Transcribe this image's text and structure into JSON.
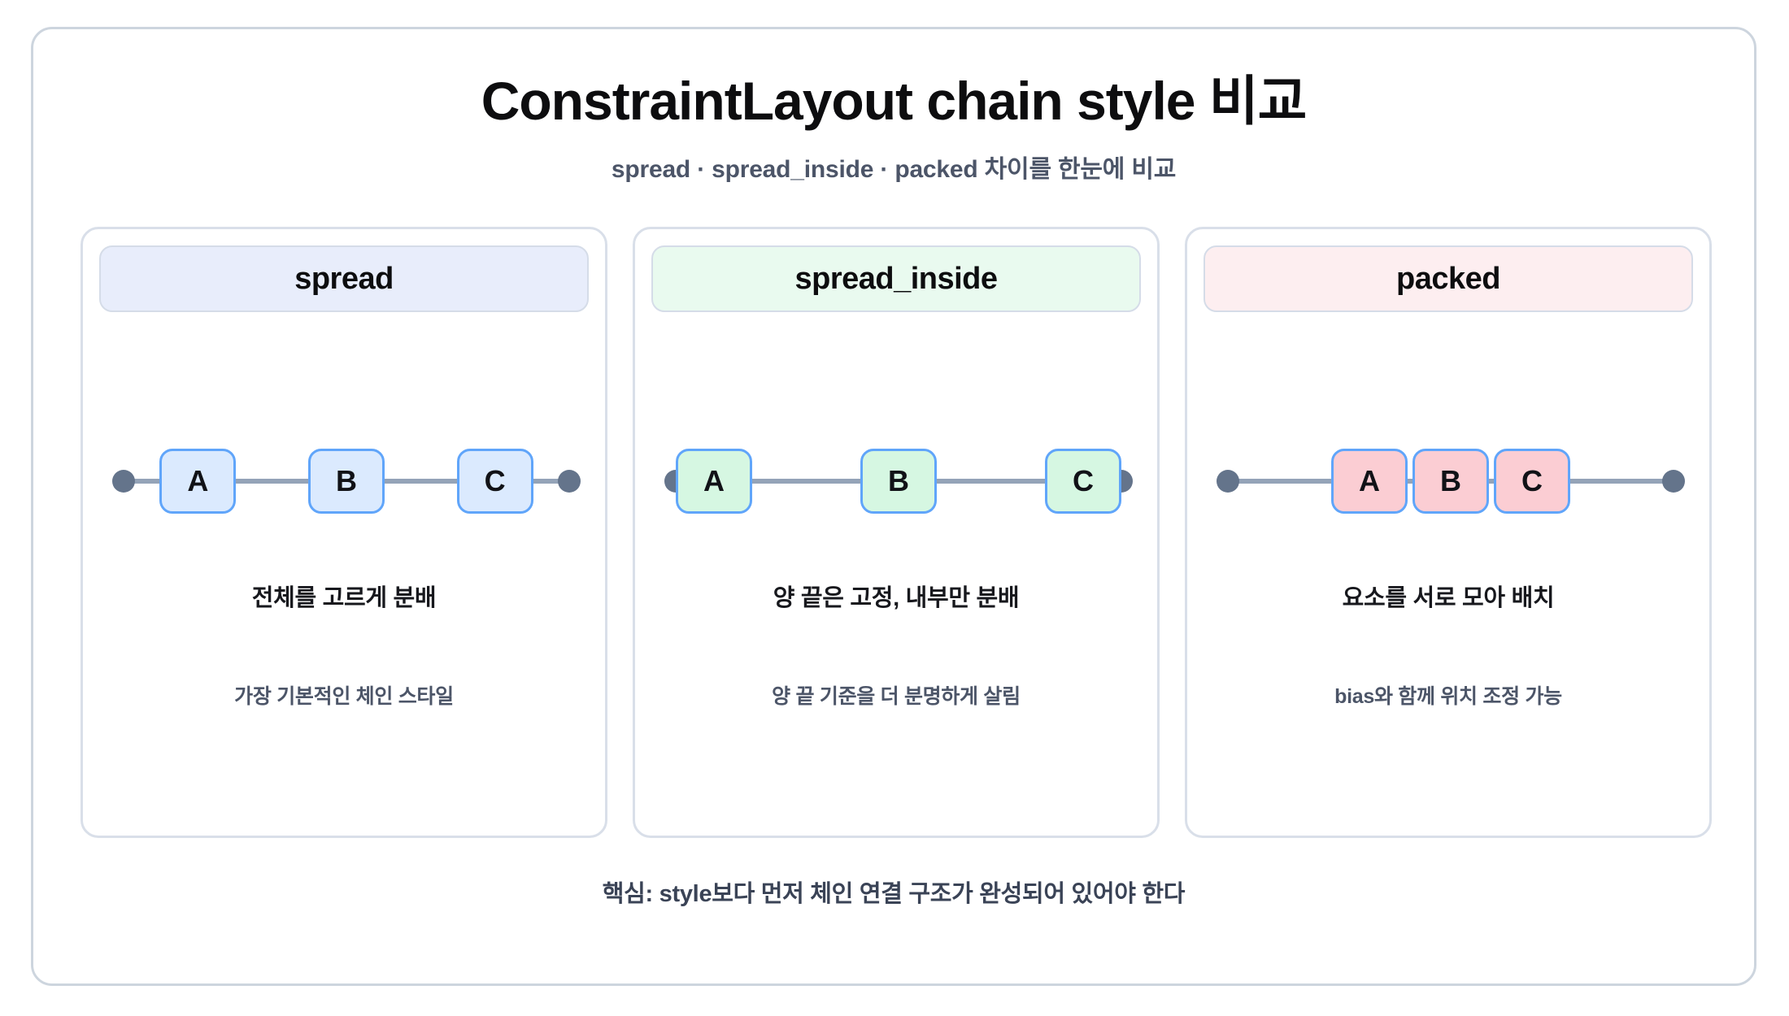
{
  "header": {
    "title": "ConstraintLayout chain style 비교",
    "subtitle": "spread · spread_inside · packed 차이를 한눈에 비교"
  },
  "cards": [
    {
      "name": "spread",
      "header_label": "spread",
      "description": "전체를 고르게 분배",
      "note": "가장 기본적인 체인 스타일",
      "nodes": [
        "A",
        "B",
        "C"
      ],
      "header_bg": "#e8edfb",
      "node_bg": "#dbeafe",
      "node_border": "#60a5fa"
    },
    {
      "name": "spread_inside",
      "header_label": "spread_inside",
      "description": "양 끝은 고정, 내부만 분배",
      "note": "양 끝 기준을 더 분명하게 살림",
      "nodes": [
        "A",
        "B",
        "C"
      ],
      "header_bg": "#e9faef",
      "node_bg": "#d6f7e2",
      "node_border": "#60a5fa"
    },
    {
      "name": "packed",
      "header_label": "packed",
      "description": "요소를 서로 모아 배치",
      "note": "bias와 함께 위치 조정 가능",
      "nodes": [
        "A",
        "B",
        "C"
      ],
      "header_bg": "#fdeef0",
      "node_bg": "#fbcdd3",
      "node_border": "#60a5fa"
    }
  ],
  "diagram": {
    "track_color": "#94a3b8",
    "endpoint_dot_color": "#64748b",
    "endpoint_dot_name": "chain-endpoint-dot"
  },
  "footer": {
    "text": "핵심: style보다 먼저 체인 연결 구조가 완성되어 있어야 한다"
  }
}
